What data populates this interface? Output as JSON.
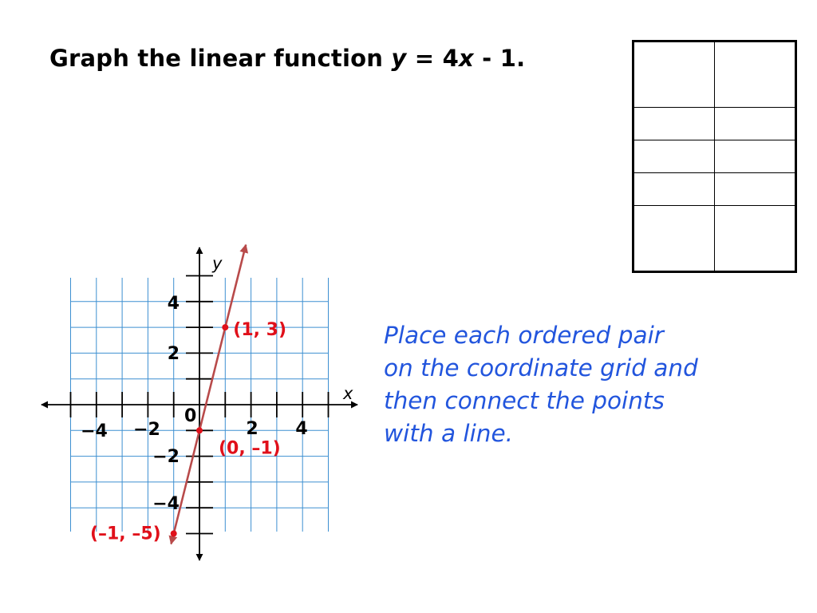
{
  "title": {
    "prefix": "Graph the linear function ",
    "y_var": "y",
    "equals": " = 4",
    "x_var": "x",
    "suffix": " - 1."
  },
  "value_table": {
    "rows": [
      [
        "",
        ""
      ],
      [
        "",
        ""
      ],
      [
        "",
        ""
      ],
      [
        "",
        ""
      ],
      [
        "",
        ""
      ]
    ]
  },
  "instructions": {
    "lines": [
      "Place each ordered pair",
      "on the coordinate grid and",
      "then connect the points",
      "with a line."
    ],
    "color": "#2255dd"
  },
  "chart_data": {
    "type": "line",
    "x_axis_label": "x",
    "y_axis_label": "y",
    "origin_label": "0",
    "xlim": [
      -5,
      5
    ],
    "ylim": [
      -5,
      5
    ],
    "x_tick_labels": [
      {
        "value": -4,
        "text": "−4"
      },
      {
        "value": -2,
        "text": "−2"
      },
      {
        "value": 2,
        "text": "2"
      },
      {
        "value": 4,
        "text": "4"
      }
    ],
    "y_tick_labels": [
      {
        "value": 4,
        "text": "4"
      },
      {
        "value": 2,
        "text": "2"
      },
      {
        "value": -2,
        "text": "−2"
      },
      {
        "value": -4,
        "text": "−4"
      }
    ],
    "grid": true,
    "grid_color": "#3d8fd1",
    "line": {
      "slope": 4,
      "intercept": -1,
      "x_range": [
        -1.1,
        1.8
      ],
      "color": "#b84a4a"
    },
    "points": [
      {
        "x": 1,
        "y": 3,
        "label": "(1, 3)"
      },
      {
        "x": 0,
        "y": -1,
        "label": "(0, –1)"
      },
      {
        "x": -1,
        "y": -5,
        "label": "(–1, –5)"
      }
    ],
    "point_color": "#e0101a"
  }
}
